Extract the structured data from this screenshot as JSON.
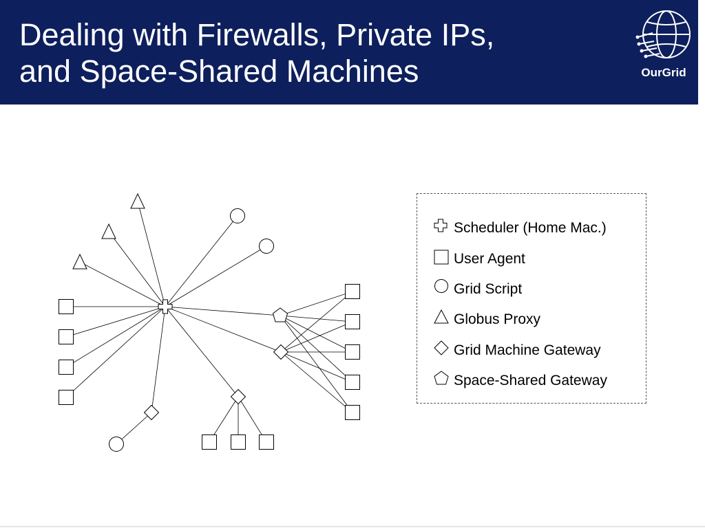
{
  "header": {
    "title_line1": "Dealing with Firewalls, Private IPs,",
    "title_line2": "and Space-Shared Machines",
    "background": "#0d1f5c"
  },
  "logo": {
    "text": "OurGrid",
    "icon": "globe-network-icon"
  },
  "legend": {
    "items": [
      {
        "shape": "plus",
        "label": "Scheduler (Home Mac.)"
      },
      {
        "shape": "square",
        "label": "User Agent"
      },
      {
        "shape": "circle",
        "label": "Grid Script"
      },
      {
        "shape": "triangle",
        "label": "Globus Proxy"
      },
      {
        "shape": "diamond",
        "label": "Grid Machine Gateway"
      },
      {
        "shape": "pentagon",
        "label": "Space-Shared Gateway"
      }
    ]
  },
  "diagram": {
    "nodes": [
      {
        "id": "sched",
        "shape": "plus"
      },
      {
        "id": "t1",
        "shape": "triangle"
      },
      {
        "id": "t2",
        "shape": "triangle"
      },
      {
        "id": "t3",
        "shape": "triangle"
      },
      {
        "id": "c1",
        "shape": "circle"
      },
      {
        "id": "c2",
        "shape": "circle"
      },
      {
        "id": "c3",
        "shape": "circle"
      },
      {
        "id": "s1",
        "shape": "square"
      },
      {
        "id": "s2",
        "shape": "square"
      },
      {
        "id": "s3",
        "shape": "square"
      },
      {
        "id": "s4",
        "shape": "square"
      },
      {
        "id": "pent",
        "shape": "pentagon"
      },
      {
        "id": "dR",
        "shape": "diamond"
      },
      {
        "id": "dM",
        "shape": "diamond"
      },
      {
        "id": "dL",
        "shape": "diamond"
      },
      {
        "id": "r1",
        "shape": "square"
      },
      {
        "id": "r2",
        "shape": "square"
      },
      {
        "id": "r3",
        "shape": "square"
      },
      {
        "id": "r4",
        "shape": "square"
      },
      {
        "id": "r5",
        "shape": "square"
      },
      {
        "id": "b1",
        "shape": "square"
      },
      {
        "id": "b2",
        "shape": "square"
      },
      {
        "id": "b3",
        "shape": "square"
      }
    ],
    "edges": [
      [
        "sched",
        "t1"
      ],
      [
        "sched",
        "t2"
      ],
      [
        "sched",
        "t3"
      ],
      [
        "sched",
        "c1"
      ],
      [
        "sched",
        "c2"
      ],
      [
        "sched",
        "s1"
      ],
      [
        "sched",
        "s2"
      ],
      [
        "sched",
        "s3"
      ],
      [
        "sched",
        "s4"
      ],
      [
        "sched",
        "pent"
      ],
      [
        "sched",
        "dR"
      ],
      [
        "sched",
        "dM"
      ],
      [
        "sched",
        "dL"
      ],
      [
        "dL",
        "c3"
      ],
      [
        "dM",
        "b1"
      ],
      [
        "dM",
        "b2"
      ],
      [
        "dM",
        "b3"
      ],
      [
        "pent",
        "r1"
      ],
      [
        "pent",
        "r2"
      ],
      [
        "pent",
        "r3"
      ],
      [
        "pent",
        "r4"
      ],
      [
        "pent",
        "r5"
      ],
      [
        "dR",
        "r1"
      ],
      [
        "dR",
        "r2"
      ],
      [
        "dR",
        "r3"
      ],
      [
        "dR",
        "r4"
      ],
      [
        "dR",
        "r5"
      ]
    ]
  }
}
